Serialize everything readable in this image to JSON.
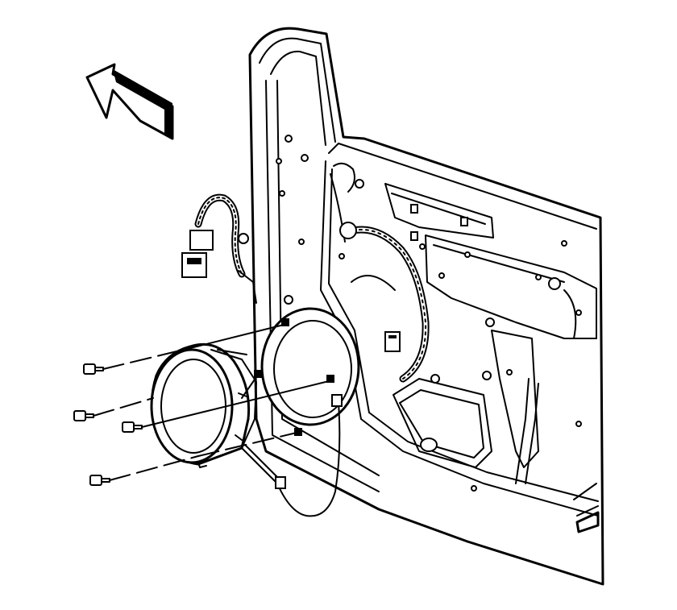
{
  "figure": {
    "background": "#ffffff",
    "line_color": "#000000",
    "fill_color": "#ffffff",
    "components": [
      "front-direction-arrow",
      "door-inner-panel",
      "door-wiring-harness",
      "wire-harness-connector",
      "speaker-mounting-opening",
      "door-speaker",
      "speaker-wire-lead",
      "speaker-screws",
      "screw-guide-lines"
    ],
    "screw_count": 4,
    "labels": []
  }
}
